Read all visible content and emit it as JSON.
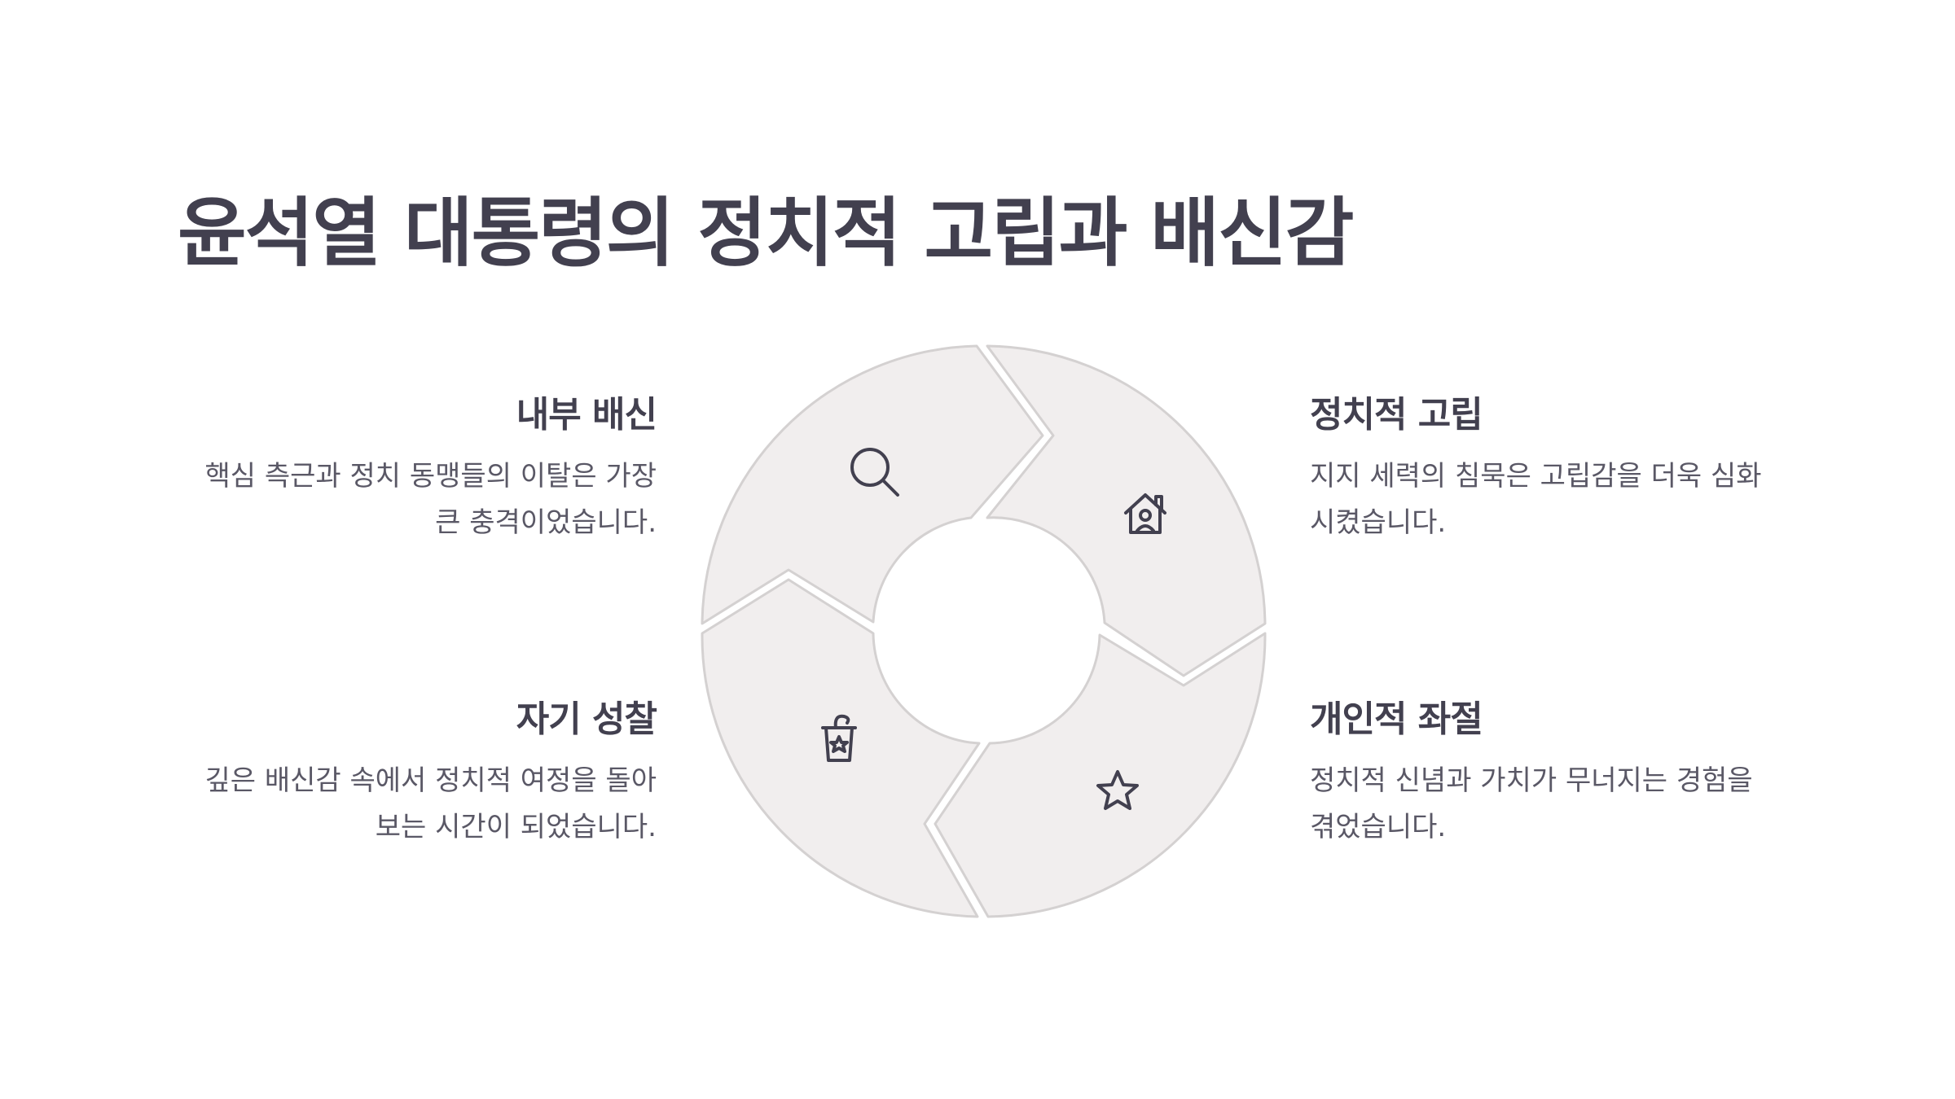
{
  "title": "윤석열 대통령의 정치적 고립과 배신감",
  "colors": {
    "segment_fill": "#f1eeee",
    "segment_stroke": "#d4d1d1",
    "text_dark": "#42404f",
    "text_body": "#5a5866"
  },
  "blocks": {
    "top_left": {
      "heading": "내부 배신",
      "body_line1": "핵심 측근과 정치 동맹들의 이탈은 가장",
      "body_line2": "큰 충격이었습니다.",
      "icon": "search-icon"
    },
    "top_right": {
      "heading": "정치적 고립",
      "body_line1": "지지 세력의 침묵은 고립감을 더욱 심화",
      "body_line2": "시켰습니다.",
      "icon": "home-person-icon"
    },
    "bottom_left": {
      "heading": "자기 성찰",
      "body_line1": "깊은 배신감 속에서 정치적 여정을 돌아",
      "body_line2": "보는 시간이 되었습니다.",
      "icon": "trash-star-icon"
    },
    "bottom_right": {
      "heading": "개인적 좌절",
      "body_line1": "정치적 신념과 가치가 무너지는 경험을",
      "body_line2": "겪었습니다.",
      "icon": "star-icon"
    }
  }
}
